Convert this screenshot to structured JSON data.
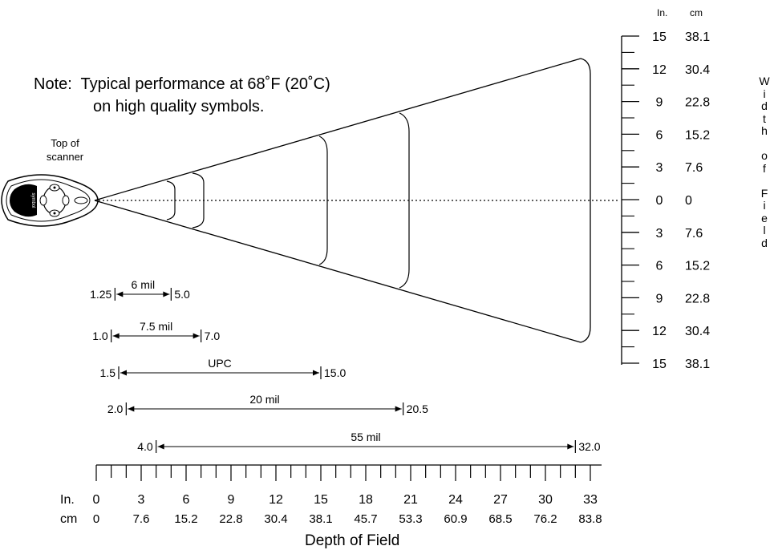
{
  "note": {
    "line1": "Note:  Typical performance at 68˚F (20˚C)",
    "line2": "on high quality symbols."
  },
  "scanner": {
    "top_label_line1": "Top of",
    "top_label_line2": "scanner",
    "brand_text": "symbol"
  },
  "width_scale": {
    "unit_in": "In.",
    "unit_cm": "cm",
    "rows": [
      {
        "in": "15",
        "cm": "38.1"
      },
      {
        "in": "12",
        "cm": "30.4"
      },
      {
        "in": "9",
        "cm": "22.8"
      },
      {
        "in": "6",
        "cm": "15.2"
      },
      {
        "in": "3",
        "cm": "7.6"
      },
      {
        "in": "0",
        "cm": "0"
      },
      {
        "in": "3",
        "cm": "7.6"
      },
      {
        "in": "6",
        "cm": "15.2"
      },
      {
        "in": "9",
        "cm": "22.8"
      },
      {
        "in": "12",
        "cm": "30.4"
      },
      {
        "in": "15",
        "cm": "38.1"
      }
    ],
    "title_letters": [
      "W",
      "i",
      "d",
      "t",
      "h",
      "",
      "o",
      "f",
      "",
      "F",
      "i",
      "e",
      "l",
      "d"
    ]
  },
  "depth_scale": {
    "row_label_in": "In.",
    "row_label_cm": "cm",
    "inches": [
      "0",
      "3",
      "6",
      "9",
      "12",
      "15",
      "18",
      "21",
      "24",
      "27",
      "30",
      "33"
    ],
    "cm": [
      "0",
      "7.6",
      "15.2",
      "22.8",
      "30.4",
      "38.1",
      "45.7",
      "53.3",
      "60.9",
      "68.5",
      "76.2",
      "83.8"
    ],
    "title": "Depth of Field"
  },
  "ranges": [
    {
      "name": "6 mil",
      "min": 1.25,
      "max": 5.0,
      "min_label": "1.25",
      "max_label": "5.0"
    },
    {
      "name": "7.5 mil",
      "min": 1.0,
      "max": 7.0,
      "min_label": "1.0",
      "max_label": "7.0"
    },
    {
      "name": "UPC",
      "min": 1.5,
      "max": 15.0,
      "min_label": "1.5",
      "max_label": "15.0"
    },
    {
      "name": "20 mil",
      "min": 2.0,
      "max": 20.5,
      "min_label": "2.0",
      "max_label": "20.5"
    },
    {
      "name": "55 mil",
      "min": 4.0,
      "max": 32.0,
      "min_label": "4.0",
      "max_label": "32.0"
    }
  ]
}
